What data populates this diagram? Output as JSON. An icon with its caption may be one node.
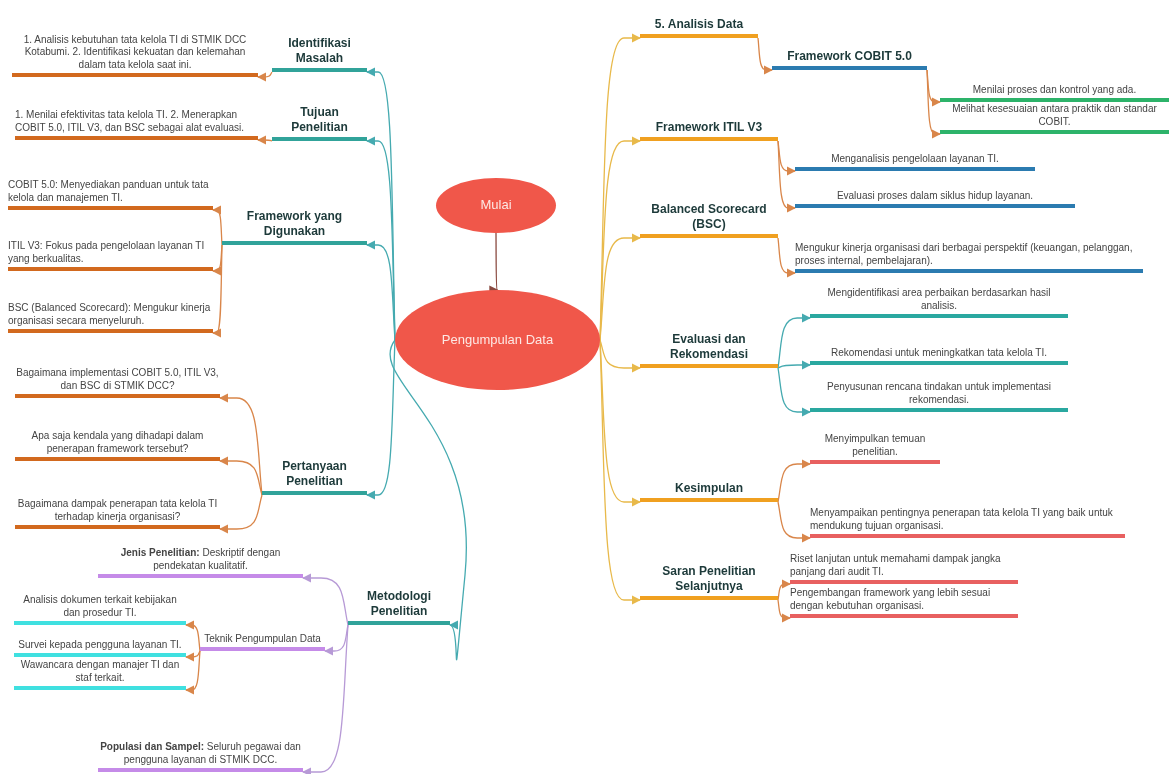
{
  "diagram": {
    "nodes": [
      {
        "text": [
          "Mulai"
        ]
      },
      {
        "text": [
          "Pengumpulan Data"
        ]
      },
      {
        "text": [
          "Identifikasi Masalah"
        ]
      },
      {
        "text": [
          "Tujuan Penelitian"
        ]
      },
      {
        "text": [
          "Framework yang Digunakan"
        ]
      },
      {
        "text": [
          "Pertanyaan Penelitian"
        ]
      },
      {
        "text": [
          "Metodologi Penelitian"
        ]
      },
      {
        "text": [
          "1. Analisis kebutuhan tata kelola TI di STMIK DCC Kotabumi. 2. Identifikasi kekuatan dan kelemahan dalam tata kelola saat ini."
        ]
      },
      {
        "text": [
          "1. Menilai efektivitas tata kelola TI. 2. Menerapkan COBIT 5.0, ITIL V3, dan BSC sebagai alat evaluasi."
        ]
      },
      {
        "text": [
          "COBIT 5.0: Menyediakan panduan untuk tata kelola dan manajemen TI."
        ]
      },
      {
        "text": [
          "ITIL V3: Fokus pada pengelolaan layanan TI yang berkualitas."
        ]
      },
      {
        "text": [
          "BSC (Balanced Scorecard): Mengukur kinerja organisasi secara menyeluruh."
        ]
      },
      {
        "text": [
          "Bagaimana implementasi COBIT 5.0, ITIL V3, dan BSC di STMIK DCC?"
        ]
      },
      {
        "text": [
          "Apa saja kendala yang dihadapi dalam penerapan framework tersebut?"
        ]
      },
      {
        "text": [
          "Bagaimana dampak penerapan tata kelola TI terhadap kinerja organisasi?"
        ]
      },
      {
        "text": [
          "**Jenis Penelitian:** Deskriptif dengan pendekatan kualitatif."
        ]
      },
      {
        "text": [
          "Teknik Pengumpulan Data"
        ]
      },
      {
        "text": [
          "Analisis dokumen terkait kebijakan dan prosedur TI."
        ]
      },
      {
        "text": [
          "Survei kepada pengguna layanan TI."
        ]
      },
      {
        "text": [
          "Wawancara dengan manajer TI dan staf terkait."
        ]
      },
      {
        "text": [
          "**Populasi dan Sampel:** Seluruh pegawai dan pengguna layanan di STMIK DCC."
        ]
      },
      {
        "text": [
          "5. Analisis Data"
        ]
      },
      {
        "text": [
          "Framework COBIT 5.0"
        ]
      },
      {
        "text": [
          "Menilai proses dan kontrol yang ada."
        ]
      },
      {
        "text": [
          "Melihat kesesuaian antara praktik dan standar COBIT."
        ]
      },
      {
        "text": [
          "Framework ITIL V3"
        ]
      },
      {
        "text": [
          "Menganalisis pengelolaan layanan TI."
        ]
      },
      {
        "text": [
          "Evaluasi proses dalam siklus hidup layanan."
        ]
      },
      {
        "text": [
          "Balanced Scorecard (BSC)"
        ]
      },
      {
        "text": [
          "Mengukur kinerja organisasi dari berbagai perspektif (keuangan, pelanggan, proses internal, pembelajaran)."
        ]
      },
      {
        "text": [
          "Evaluasi dan Rekomendasi"
        ]
      },
      {
        "text": [
          "Mengidentifikasi area perbaikan berdasarkan hasil analisis."
        ]
      },
      {
        "text": [
          "Rekomendasi untuk meningkatkan tata kelola TI."
        ]
      },
      {
        "text": [
          "Penyusunan rencana tindakan untuk implementasi rekomendasi."
        ]
      },
      {
        "text": [
          "Kesimpulan"
        ]
      },
      {
        "text": [
          "Menyimpulkan temuan penelitian."
        ]
      },
      {
        "text": [
          "Menyampaikan pentingnya penerapan tata kelola TI yang baik untuk mendukung tujuan organisasi."
        ]
      },
      {
        "text": [
          "Saran Penelitian Selanjutnya"
        ]
      },
      {
        "text": [
          "Riset lanjutan untuk memahami dampak jangka panjang dari audit TI."
        ]
      },
      {
        "text": [
          "Pengembangan framework yang lebih sesuai dengan kebutuhan organisasi."
        ]
      }
    ],
    "edges": [
      {
        "from": 0,
        "to": 1,
        "arrow": "to",
        "color": "#8a4a40"
      },
      {
        "from": 1,
        "to": 2,
        "arrow": "to",
        "color": "#45aab0"
      },
      {
        "from": 1,
        "to": 3,
        "arrow": "to",
        "color": "#45aab0"
      },
      {
        "from": 1,
        "to": 4,
        "arrow": "to",
        "color": "#45aab0"
      },
      {
        "from": 1,
        "to": 5,
        "arrow": "to",
        "color": "#45aab0"
      },
      {
        "from": 1,
        "to": 6,
        "arrow": "to",
        "color": "#45aab0"
      },
      {
        "from": 1,
        "to": 21,
        "arrow": "to",
        "color": "#e8b94a"
      },
      {
        "from": 1,
        "to": 25,
        "arrow": "to",
        "color": "#e8b94a"
      },
      {
        "from": 1,
        "to": 28,
        "arrow": "to",
        "color": "#e8b94a"
      },
      {
        "from": 1,
        "to": 30,
        "arrow": "to",
        "color": "#e8b94a"
      },
      {
        "from": 1,
        "to": 34,
        "arrow": "to",
        "color": "#e8b94a"
      },
      {
        "from": 1,
        "to": 37,
        "arrow": "to",
        "color": "#e8b94a"
      },
      {
        "from": 2,
        "to": 7,
        "arrow": "to"
      },
      {
        "from": 3,
        "to": 8,
        "arrow": "to"
      },
      {
        "from": 4,
        "to": 9,
        "arrow": "to"
      },
      {
        "from": 4,
        "to": 10,
        "arrow": "to"
      },
      {
        "from": 4,
        "to": 11,
        "arrow": "to"
      },
      {
        "from": 5,
        "to": 12,
        "arrow": "to"
      },
      {
        "from": 5,
        "to": 13,
        "arrow": "to"
      },
      {
        "from": 5,
        "to": 14,
        "arrow": "to"
      },
      {
        "from": 6,
        "to": 15,
        "arrow": "to",
        "color": "#b79ad6"
      },
      {
        "from": 6,
        "to": 16,
        "arrow": "to",
        "color": "#b79ad6"
      },
      {
        "from": 6,
        "to": 20,
        "arrow": "to",
        "color": "#b79ad6"
      },
      {
        "from": 16,
        "to": 17,
        "arrow": "to"
      },
      {
        "from": 16,
        "to": 18,
        "arrow": "to"
      },
      {
        "from": 16,
        "to": 19,
        "arrow": "to"
      },
      {
        "from": 21,
        "to": 22,
        "arrow": "to"
      },
      {
        "from": 22,
        "to": 23,
        "arrow": "to"
      },
      {
        "from": 22,
        "to": 24,
        "arrow": "to"
      },
      {
        "from": 25,
        "to": 26,
        "arrow": "to"
      },
      {
        "from": 25,
        "to": 27,
        "arrow": "to"
      },
      {
        "from": 28,
        "to": 29,
        "arrow": "to"
      },
      {
        "from": 30,
        "to": 31,
        "arrow": "to",
        "color": "#45aab0"
      },
      {
        "from": 30,
        "to": 32,
        "arrow": "to",
        "color": "#45aab0"
      },
      {
        "from": 30,
        "to": 33,
        "arrow": "to",
        "color": "#45aab0"
      },
      {
        "from": 34,
        "to": 35,
        "arrow": "to"
      },
      {
        "from": 34,
        "to": 36,
        "arrow": "to"
      },
      {
        "from": 37,
        "to": 38,
        "arrow": "to"
      },
      {
        "from": 37,
        "to": 39,
        "arrow": "to"
      }
    ]
  }
}
